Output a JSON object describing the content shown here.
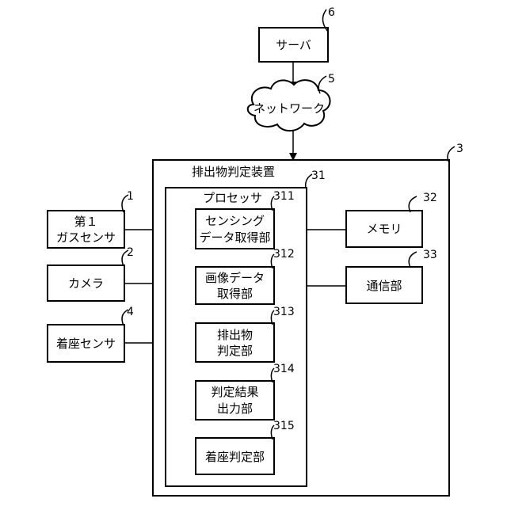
{
  "nodes": {
    "server": {
      "label": "サーバ",
      "ref": "6"
    },
    "network": {
      "label": "ネットワーク",
      "ref": "5"
    },
    "device": {
      "label": "排出物判定装置",
      "ref": "3"
    },
    "processor": {
      "label": "プロセッサ",
      "ref": "31"
    },
    "gas_sensor": {
      "line1": "第１",
      "line2": "ガスセンサ",
      "ref": "1"
    },
    "camera": {
      "label": "カメラ",
      "ref": "2"
    },
    "seat_sensor": {
      "label": "着座センサ",
      "ref": "4"
    },
    "memory": {
      "label": "メモリ",
      "ref": "32"
    },
    "comm": {
      "label": "通信部",
      "ref": "33"
    },
    "sensing_acq": {
      "line1": "センシング",
      "line2": "データ取得部",
      "ref": "311"
    },
    "image_acq": {
      "line1": "画像データ",
      "line2": "取得部",
      "ref": "312"
    },
    "excreta_judge": {
      "line1": "排出物",
      "line2": "判定部",
      "ref": "313"
    },
    "result_output": {
      "line1": "判定結果",
      "line2": "出力部",
      "ref": "314"
    },
    "seat_judge": {
      "label": "着座判定部",
      "ref": "315"
    }
  }
}
